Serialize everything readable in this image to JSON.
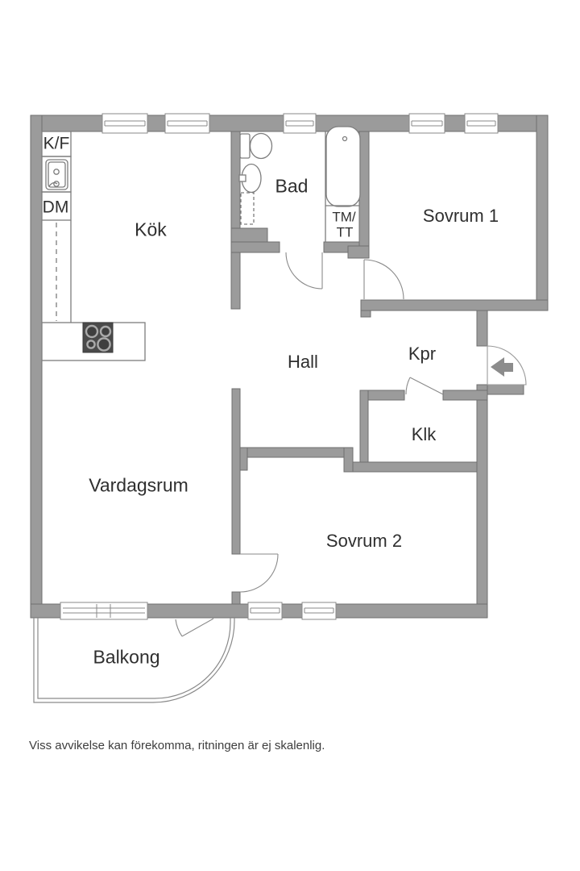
{
  "labels": {
    "fridge_freezer": "K/F",
    "dishwasher": "DM",
    "kitchen": "Kök",
    "bathroom": "Bad",
    "washer_line1": "TM/",
    "washer_line2": "TT",
    "bedroom1": "Sovrum 1",
    "hall": "Hall",
    "kpr": "Kpr",
    "closet": "Klk",
    "living_room": "Vardagsrum",
    "bedroom2": "Sovrum 2",
    "balcony": "Balkong"
  },
  "disclaimer": "Viss avvikelse kan förekomma, ritningen är ej skalenlig.",
  "colors": {
    "wall": "#9b9b9b",
    "wall_outline": "#6f6f6f",
    "thin_line": "#7d7d7d",
    "text": "#2f2f2f",
    "stove": "#4a4a4a"
  }
}
